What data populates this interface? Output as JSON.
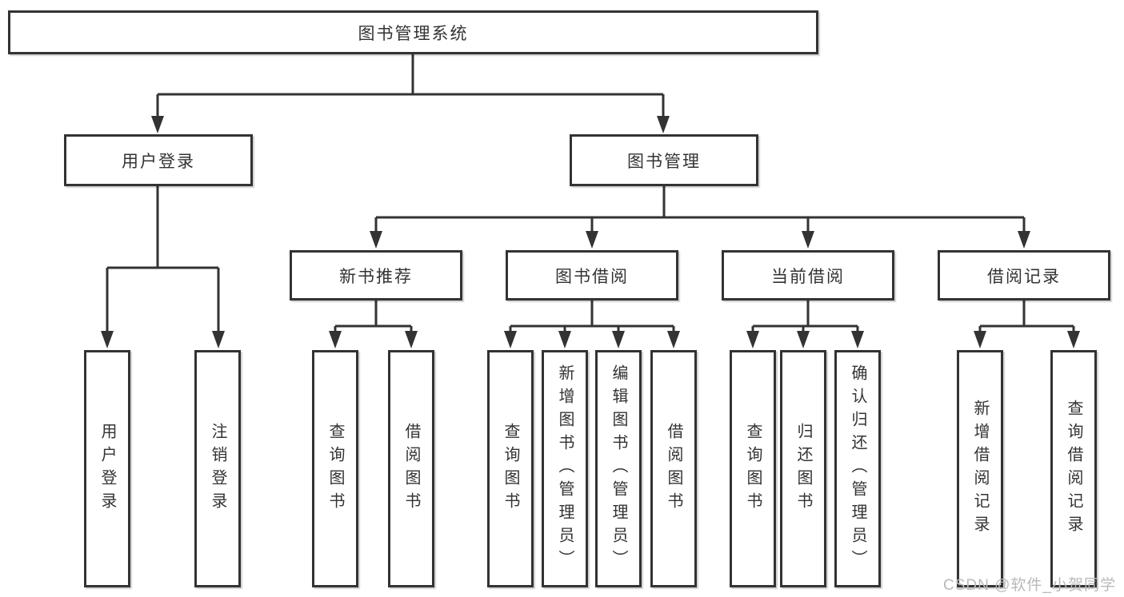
{
  "diagram": {
    "tree": {
      "label": "图书管理系统",
      "children": [
        {
          "label": "用户登录",
          "children": [
            {
              "label": "用户登录"
            },
            {
              "label": "注销登录"
            }
          ]
        },
        {
          "label": "图书管理",
          "children": [
            {
              "label": "新书推荐",
              "children": [
                {
                  "label": "查询图书"
                },
                {
                  "label": "借阅图书"
                }
              ]
            },
            {
              "label": "图书借阅",
              "children": [
                {
                  "label": "查询图书"
                },
                {
                  "label": "新增图书（管理员）"
                },
                {
                  "label": "编辑图书（管理员）"
                },
                {
                  "label": "借阅图书"
                }
              ]
            },
            {
              "label": "当前借阅",
              "children": [
                {
                  "label": "查询图书"
                },
                {
                  "label": "归还图书"
                },
                {
                  "label": "确认归还（管理员）"
                }
              ]
            },
            {
              "label": "借阅记录",
              "children": [
                {
                  "label": "新增借阅记录"
                },
                {
                  "label": "查询借阅记录"
                }
              ]
            }
          ]
        }
      ]
    },
    "watermark": {
      "text": "CSDN @软件_小贺同学"
    },
    "colors": {
      "line": "#333333",
      "border": "#333333",
      "text": "#333333",
      "watermark": "#b9b9b9",
      "background": "#ffffff"
    }
  }
}
